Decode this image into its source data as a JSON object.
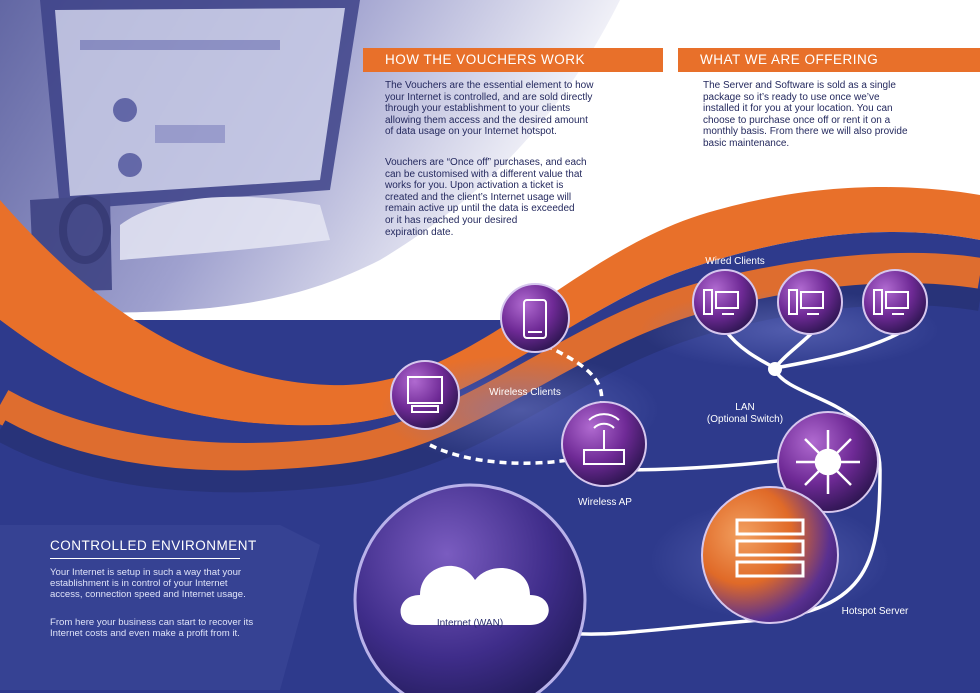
{
  "sections": {
    "vouchers": {
      "title": "HOW THE VOUCHERS WORK",
      "para1": "The Vouchers are the essential element to how\nyour Internet is controlled, and are sold directly\nthrough your establishment to your clients\nallowing them access and the desired amount\nof data usage on your Internet hotspot.",
      "para2": "Vouchers are “Once off” purchases, and each\ncan be customised with a different value that\nworks for you. Upon activation a ticket is\ncreated and the client’s Internet usage will\nremain active up until the data is exceeded\nor it has reached your desired\nexpiration date."
    },
    "offering": {
      "title": "WHAT WE ARE OFFERING",
      "para1": "The Server and Software is sold as a single\npackage so it’s ready to use once we’ve\ninstalled it for you at your location. You can\nchoose to purchase once off or rent it on a\nmonthly basis. From there we will also provide\nbasic maintenance."
    },
    "controlled": {
      "title": "CONTROLLED ENVIRONMENT",
      "para1": "Your Internet is setup in such a way that your\nestablishment is in control of your Internet\naccess, connection speed and Internet usage.",
      "para2": "From here your business can start to recover its\nInternet costs and even make a profit from it."
    }
  },
  "diagram": {
    "wired_clients": "Wired Clients",
    "wireless_clients": "Wireless Clients",
    "wireless_ap": "Wireless AP",
    "lan": "LAN",
    "lan_sub": "(Optional Switch)",
    "internet": "Internet (WAN)",
    "hotspot_server": "Hotspot Server"
  },
  "colors": {
    "orange": "#e8702a",
    "navy": "#2e3a8c",
    "purple": "#6b2a8c",
    "text_dark": "#24295e"
  },
  "icons": [
    "laptop-photo",
    "smartphone-icon",
    "monitor-icon",
    "router-icon",
    "desktop-computer-icon",
    "switch-hub-icon",
    "server-rack-icon",
    "cloud-icon"
  ]
}
